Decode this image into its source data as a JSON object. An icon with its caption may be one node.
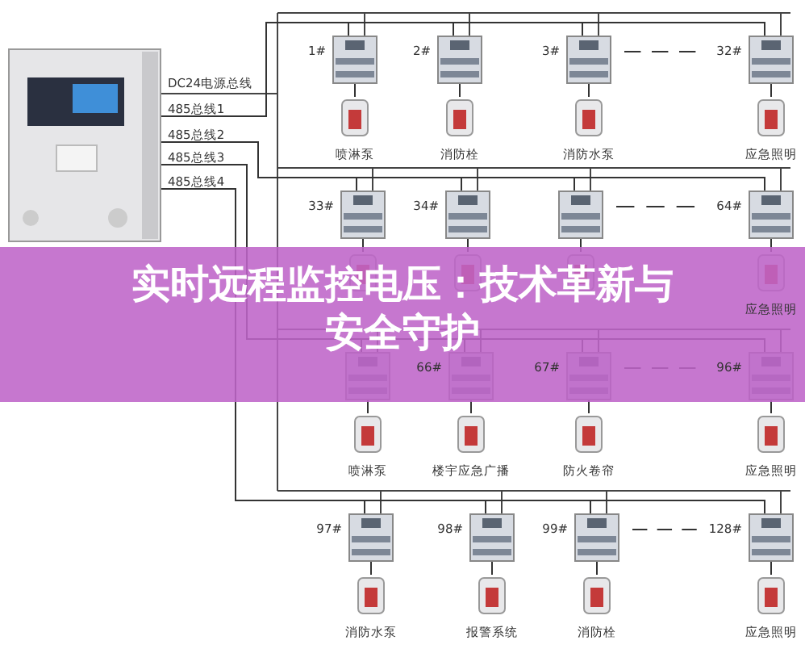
{
  "diagram": {
    "title": "实时远程监控电压：技术革新与安全守护",
    "nodes": [
      {
        "text": [],
        "shape": "picture"
      },
      {
        "text": [],
        "shape": "picture",
        "beside": [
          "1#"
        ]
      },
      {
        "text": [],
        "shape": "picture",
        "beside": [
          "2#"
        ]
      },
      {
        "text": [],
        "shape": "picture",
        "beside": [
          "3#"
        ]
      },
      {
        "text": [],
        "shape": "picture",
        "beside": [
          "32#"
        ]
      },
      {
        "text": [],
        "shape": "picture",
        "beside": [
          "喷淋泵"
        ]
      },
      {
        "text": [],
        "shape": "picture",
        "beside": [
          "消防栓"
        ]
      },
      {
        "text": [],
        "shape": "picture",
        "beside": [
          "消防水泵"
        ]
      },
      {
        "text": [],
        "shape": "picture",
        "beside": [
          "应急照明"
        ]
      },
      {
        "text": [],
        "shape": "picture",
        "beside": [
          "33#"
        ]
      },
      {
        "text": [],
        "shape": "picture",
        "beside": [
          "34#"
        ]
      },
      {
        "text": [],
        "shape": "picture"
      },
      {
        "text": [],
        "shape": "picture",
        "beside": [
          "64#"
        ]
      },
      {
        "text": [],
        "shape": "picture"
      },
      {
        "text": [],
        "shape": "picture"
      },
      {
        "text": [],
        "shape": "picture"
      },
      {
        "text": [],
        "shape": "picture",
        "beside": [
          "应急照明"
        ]
      },
      {
        "text": [],
        "shape": "picture"
      },
      {
        "text": [],
        "shape": "picture",
        "beside": [
          "66#"
        ]
      },
      {
        "text": [],
        "shape": "picture",
        "beside": [
          "67#"
        ]
      },
      {
        "text": [],
        "shape": "picture",
        "beside": [
          "96#"
        ]
      },
      {
        "text": [],
        "shape": "picture",
        "beside": [
          "喷淋泵"
        ]
      },
      {
        "text": [],
        "shape": "picture",
        "beside": [
          "楼宇应急广播"
        ]
      },
      {
        "text": [],
        "shape": "picture",
        "beside": [
          "防火卷帘"
        ]
      },
      {
        "text": [],
        "shape": "picture",
        "beside": [
          "应急照明"
        ]
      },
      {
        "text": [],
        "shape": "picture",
        "beside": [
          "97#"
        ]
      },
      {
        "text": [],
        "shape": "picture",
        "beside": [
          "98#"
        ]
      },
      {
        "text": [],
        "shape": "picture",
        "beside": [
          "99#"
        ]
      },
      {
        "text": [],
        "shape": "picture",
        "beside": [
          "128#"
        ]
      },
      {
        "text": [],
        "shape": "picture",
        "beside": [
          "消防水泵"
        ]
      },
      {
        "text": [],
        "shape": "picture",
        "beside": [
          "报警系统"
        ]
      },
      {
        "text": [],
        "shape": "picture",
        "beside": [
          "消防栓"
        ]
      },
      {
        "text": [],
        "shape": "picture",
        "beside": [
          "应急照明"
        ]
      }
    ],
    "edges": [
      {
        "from": 0,
        "to": 1,
        "arrow": "none"
      },
      {
        "from": 0,
        "to": 2,
        "arrow": "none"
      },
      {
        "from": 0,
        "to": 3,
        "arrow": "none"
      },
      {
        "from": 0,
        "to": 4,
        "arrow": "none"
      },
      {
        "from": 1,
        "to": 5,
        "arrow": "none"
      },
      {
        "from": 2,
        "to": 6,
        "arrow": "none"
      },
      {
        "from": 3,
        "to": 7,
        "arrow": "none"
      },
      {
        "from": 4,
        "to": 8,
        "arrow": "none"
      },
      {
        "from": 0,
        "to": 9,
        "arrow": "none"
      },
      {
        "from": 0,
        "to": 10,
        "arrow": "none"
      },
      {
        "from": 0,
        "to": 11,
        "arrow": "none"
      },
      {
        "from": 0,
        "to": 12,
        "arrow": "none"
      },
      {
        "from": 9,
        "to": 13,
        "arrow": "none"
      },
      {
        "from": 10,
        "to": 14,
        "arrow": "none"
      },
      {
        "from": 11,
        "to": 15,
        "arrow": "none"
      },
      {
        "from": 12,
        "to": 16,
        "arrow": "none"
      },
      {
        "from": 0,
        "to": 17,
        "arrow": "none"
      },
      {
        "from": 0,
        "to": 18,
        "arrow": "none"
      },
      {
        "from": 0,
        "to": 19,
        "arrow": "none"
      },
      {
        "from": 0,
        "to": 20,
        "arrow": "none"
      },
      {
        "from": 17,
        "to": 21,
        "arrow": "none"
      },
      {
        "from": 18,
        "to": 22,
        "arrow": "none"
      },
      {
        "from": 19,
        "to": 23,
        "arrow": "none"
      },
      {
        "from": 20,
        "to": 24,
        "arrow": "none"
      },
      {
        "from": 0,
        "to": 25,
        "arrow": "none"
      },
      {
        "from": 0,
        "to": 26,
        "arrow": "none"
      },
      {
        "from": 0,
        "to": 27,
        "arrow": "none"
      },
      {
        "from": 0,
        "to": 28,
        "arrow": "none"
      },
      {
        "from": 25,
        "to": 29,
        "arrow": "none"
      },
      {
        "from": 26,
        "to": 30,
        "arrow": "none"
      },
      {
        "from": 27,
        "to": 31,
        "arrow": "none"
      },
      {
        "from": 28,
        "to": 32,
        "arrow": "none"
      }
    ],
    "labels": [
      "DC24电源总线",
      "485总线1",
      "485总线2",
      "485总线3",
      "485总线4"
    ]
  }
}
